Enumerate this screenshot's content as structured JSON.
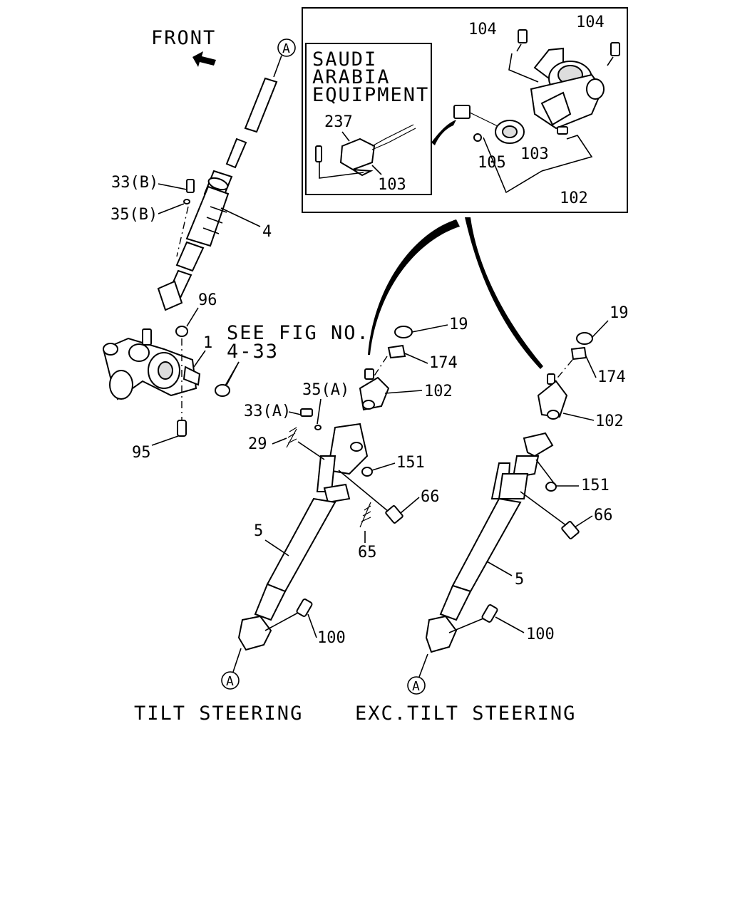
{
  "captions": {
    "front": "FRONT",
    "saudi_line1": "SAUDI",
    "saudi_line2": "ARABIA",
    "saudi_line3": "EQUIPMENT",
    "see_fig_line1": "SEE FIG NO.",
    "see_fig_line2": "4-33",
    "tilt": "TILT STEERING",
    "exc_tilt": "EXC.TILT STEERING"
  },
  "markers": {
    "a_top": "A",
    "a_left": "A",
    "a_right": "A"
  },
  "labels": {
    "p104a": "104",
    "p104b": "104",
    "p237": "237",
    "p103_inset": "103",
    "p103_main": "103",
    "p105": "105",
    "p102_inset": "102",
    "p33b": "33(B)",
    "p35b": "35(B)",
    "p4": "4",
    "p96": "96",
    "p1": "1",
    "p95": "95",
    "p19_left": "19",
    "p174_left": "174",
    "p35a": "35(A)",
    "p102_left": "102",
    "p33a": "33(A)",
    "p29": "29",
    "p151_left": "151",
    "p66_left": "66",
    "p65": "65",
    "p5_left": "5",
    "p100_left": "100",
    "p19_right": "19",
    "p174_right": "174",
    "p102_right": "102",
    "p151_right": "151",
    "p66_right": "66",
    "p5_right": "5",
    "p100_right": "100"
  },
  "colors": {
    "ink": "#000000",
    "paper": "#ffffff"
  },
  "icons": {
    "front_arrow": "front-arrow-icon",
    "callout_arrow": "callout-arrow-icon"
  }
}
